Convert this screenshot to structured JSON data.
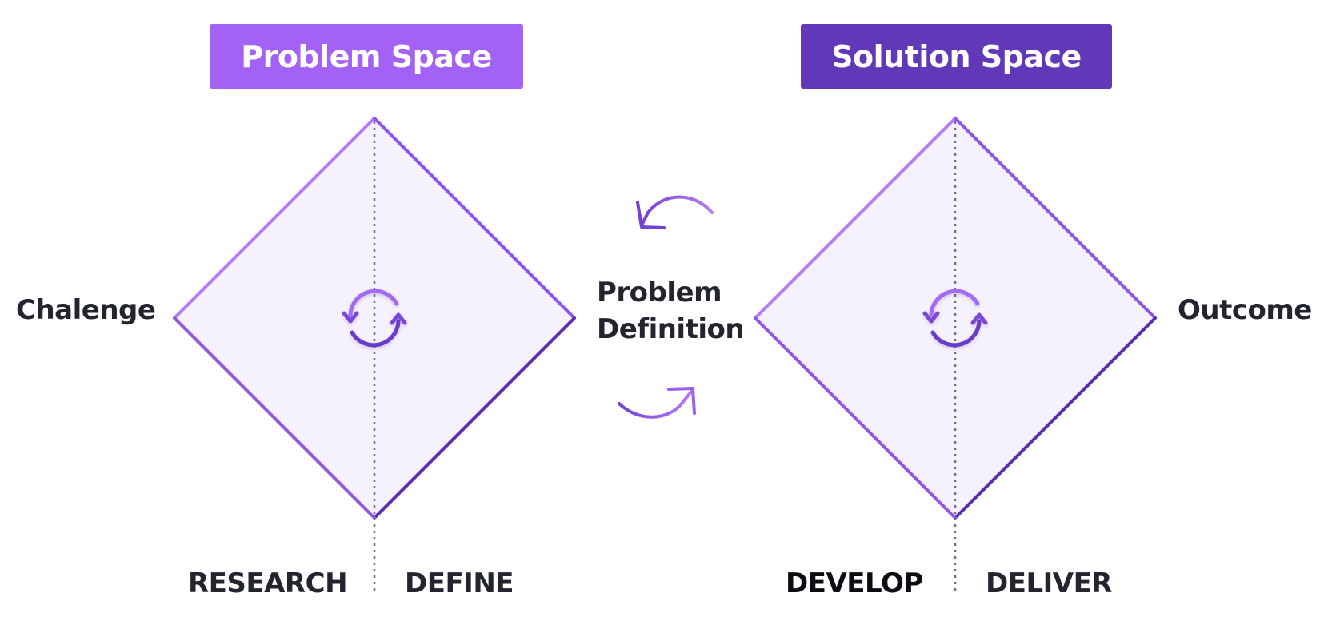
{
  "headers": {
    "problem_space": "Problem Space",
    "solution_space": "Solution Space"
  },
  "labels": {
    "challenge": "Chalenge",
    "outcome": "Outcome",
    "problem_definition_line1": "Problem",
    "problem_definition_line2": "Definition"
  },
  "phases": {
    "research": "RESEARCH",
    "define": "DEFINE",
    "develop": "DEVELOP",
    "deliver": "DELIVER"
  },
  "colors": {
    "problem_header": "#a362f5",
    "solution_header": "#6038b8",
    "diamond_fill": "#f6f2fd",
    "stroke_light": "#b57cf7",
    "stroke_dark": "#5a2fb0",
    "divider": "#6b6f7e",
    "text": "#22252f"
  },
  "icons": {
    "cycle": "refresh-cycle-icon",
    "arrow_back": "curved-arrow-left-icon",
    "arrow_forward": "curved-arrow-right-icon"
  }
}
